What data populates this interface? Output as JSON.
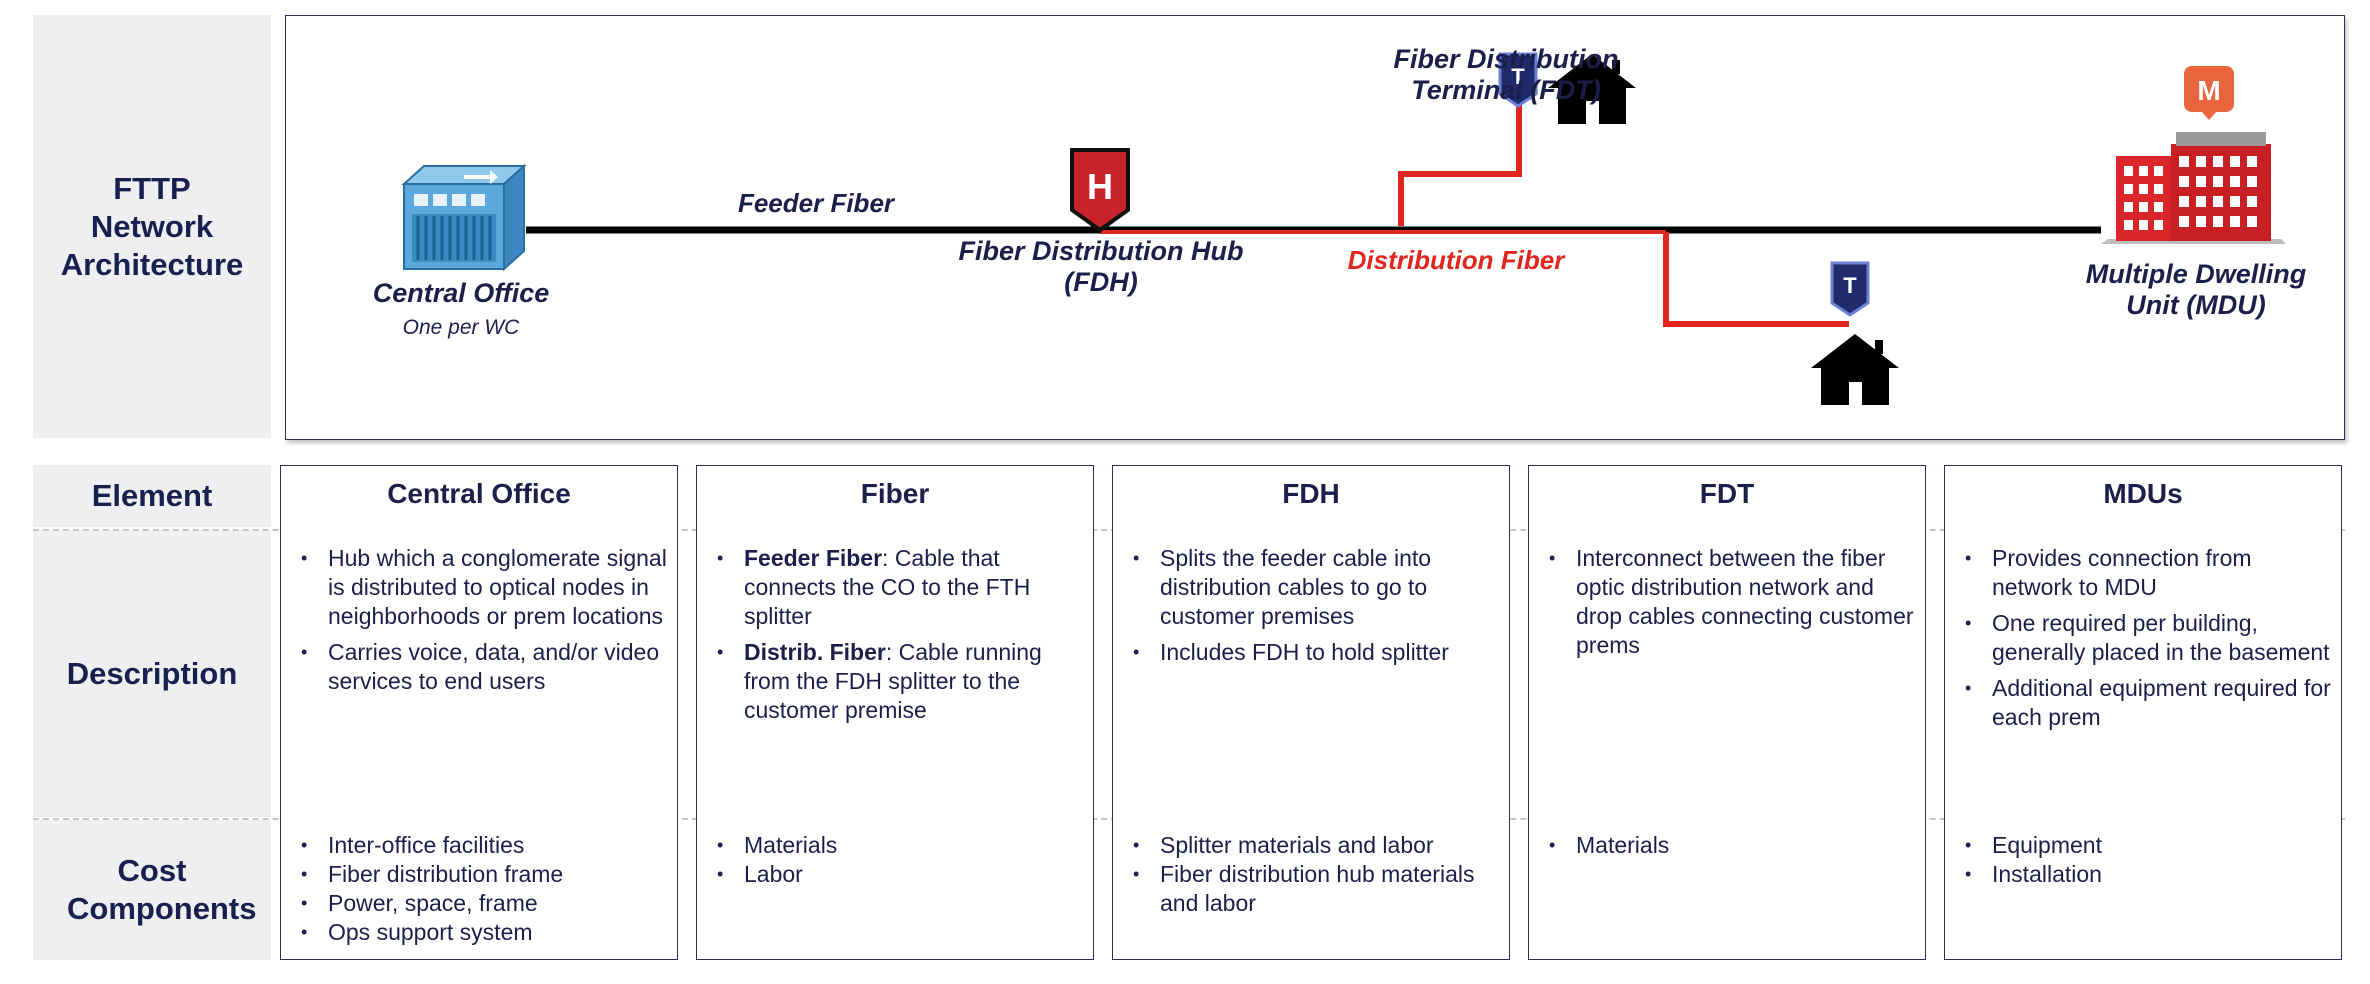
{
  "title": "FTTP Network Architecture",
  "row_labels": {
    "element": "Element",
    "description": "Description",
    "cost": "Cost Components"
  },
  "diagram": {
    "central_office": {
      "label": "Central Office",
      "sub": "One per WC"
    },
    "feeder_fiber": "Feeder Fiber",
    "fdh": {
      "label_line1": "Fiber Distribution Hub",
      "label_line2": "(FDH)",
      "badge": "H"
    },
    "fdt": {
      "label_line1": "Fiber Distribution",
      "label_line2": "Terminal (FDT)",
      "badge": "T"
    },
    "distribution_fiber": "Distribution Fiber",
    "mdu": {
      "label_line1": "Multiple Dwelling",
      "label_line2": "Unit (MDU)",
      "badge": "M"
    },
    "colors": {
      "feeder": "#000000",
      "distribution": "#e0261e",
      "badge_hub": "#c8232b",
      "badge_terminal": "#1f2b6b",
      "badge_mdu": "#e8643c",
      "navy": "#1b1f4a"
    }
  },
  "columns": [
    {
      "title": "Central Office",
      "description": [
        {
          "bold": "",
          "text": "Hub which a conglomerate signal is distributed to optical nodes in neighborhoods or prem locations"
        },
        {
          "bold": "",
          "text": "Carries voice, data, and/or video services to end users"
        }
      ],
      "cost": [
        "Inter-office facilities",
        "Fiber distribution frame",
        "Power, space, frame",
        "Ops support system"
      ]
    },
    {
      "title": "Fiber",
      "description": [
        {
          "bold": "Feeder Fiber",
          "text": ": Cable that connects the CO to the FTH splitter"
        },
        {
          "bold": "Distrib. Fiber",
          "text": ": Cable running from the FDH splitter to the customer premise"
        }
      ],
      "cost": [
        "Materials",
        "Labor"
      ]
    },
    {
      "title": "FDH",
      "description": [
        {
          "bold": "",
          "text": "Splits the feeder cable into distribution cables to go to customer premises"
        },
        {
          "bold": "",
          "text": "Includes FDH to hold splitter"
        }
      ],
      "cost": [
        "Splitter materials and labor",
        "Fiber distribution hub materials and labor"
      ]
    },
    {
      "title": "FDT",
      "description": [
        {
          "bold": "",
          "text": "Interconnect between the fiber optic distribution network and drop cables connecting customer prems"
        }
      ],
      "cost": [
        "Materials"
      ]
    },
    {
      "title": "MDUs",
      "description": [
        {
          "bold": "",
          "text": "Provides connection from network to MDU"
        },
        {
          "bold": "",
          "text": "One required per building, generally placed in the basement"
        },
        {
          "bold": "",
          "text": "Additional equipment required for each prem"
        }
      ],
      "cost": [
        "Equipment",
        "Installation"
      ]
    }
  ]
}
